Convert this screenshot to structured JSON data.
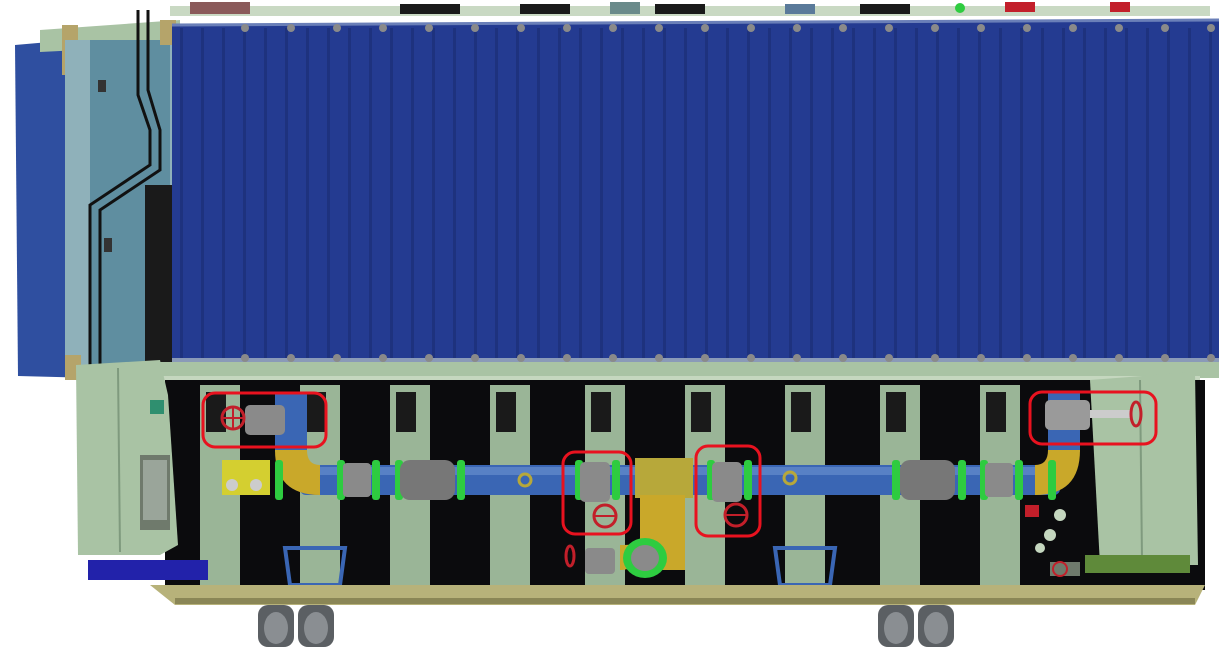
{
  "colors": {
    "background": "#ffffff",
    "radiator_blue": "#243b91",
    "radiator_shadow": "#1a2c6f",
    "frame_green": "#a9c3a4",
    "frame_green_dark": "#7f9a7e",
    "tank_black": "#0b0b0d",
    "pipe_blue": "#3a66b4",
    "elbow_gold": "#c9a82a",
    "flange_green": "#2ecc40",
    "valve_grey": "#8a8a8a",
    "handwheel_red": "#c21f2a",
    "highlight_red": "#e8121f",
    "base_khaki": "#b7b27a",
    "blue_slab": "#2222aa",
    "wheel_grey": "#5b5f63"
  },
  "highlights": [
    {
      "id": "left-outlet-valve"
    },
    {
      "id": "center-left-valve"
    },
    {
      "id": "center-right-valve"
    },
    {
      "id": "right-outlet-valve"
    }
  ],
  "components": {
    "radiator": "radiator-bank",
    "pipe": "oil-header-pipe",
    "tank": "transformer-tank",
    "base": "base-frame",
    "wheels": "transport-wheels"
  }
}
